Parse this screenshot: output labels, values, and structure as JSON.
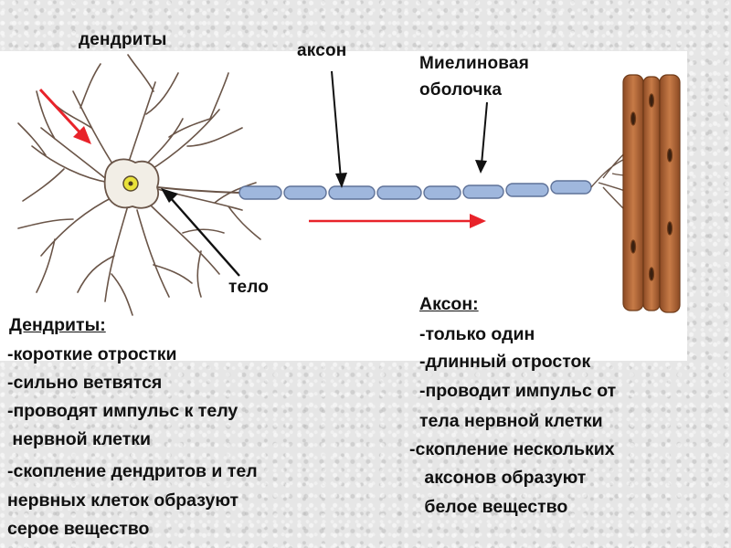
{
  "labels": {
    "dendrites": "дендриты",
    "axon": "аксон",
    "myelin_line1": "Миелиновая",
    "myelin_line2": "оболочка",
    "body": "тело"
  },
  "dendrites_info": {
    "title": "Дендриты:",
    "lines": [
      "-короткие отростки",
      "-сильно ветвятся",
      "-проводят импульс к телу",
      " нервной клетки",
      "-скопление дендритов и тел",
      "нервных клеток образуют",
      "серое вещество"
    ]
  },
  "axon_info": {
    "title": "Аксон:",
    "lines": [
      "-только один",
      "-длинный отросток",
      "-проводит импульс от",
      "тела нервной клетки",
      "-скопление нескольких",
      " аксонов образуют",
      " белое вещество"
    ]
  },
  "colors": {
    "arrow_red": "#e8232a",
    "myelin_blue": "#9fb7dd",
    "neuron_outline": "#6a5548",
    "muscle_brown": "#b06a3c",
    "nucleus_yellow": "#e9e23a"
  }
}
